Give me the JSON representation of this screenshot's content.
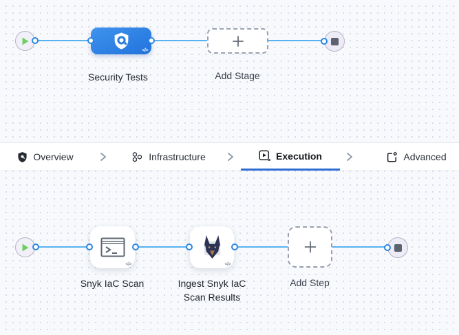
{
  "pipeline": {
    "stage_row": {
      "stage_label": "Security Tests",
      "add_stage_label": "Add Stage",
      "code_glyph": "</>"
    },
    "tabs": [
      {
        "label": "Overview",
        "icon": "shield-icon",
        "active": false
      },
      {
        "label": "Infrastructure",
        "icon": "hexagon-cluster-icon",
        "active": false
      },
      {
        "label": "Execution",
        "icon": "play-square-icon",
        "active": true
      },
      {
        "label": "Advanced",
        "icon": "box-gear-icon",
        "active": false
      }
    ],
    "step_row": {
      "steps": [
        {
          "label": "Snyk IaC Scan",
          "icon": "terminal-icon"
        },
        {
          "label": "Ingest Snyk IaC Scan Results",
          "icon": "snyk-dog-icon"
        }
      ],
      "add_step_label": "Add Step",
      "code_glyph": "</>"
    },
    "icons": {
      "start": "play-icon",
      "end": "stop-square-icon",
      "stage": "shield-scan-icon",
      "add": "plus-icon"
    },
    "colors": {
      "canvas_bg": "#f7f9fc",
      "stage_blue": "#2b80e2",
      "connector_line": "#58b2f1",
      "connector_port_border": "#2a86e1",
      "active_tab_underline": "#2d6bd2",
      "start_play_green": "#72ce62",
      "stop_square_gray": "#5b6270"
    }
  }
}
